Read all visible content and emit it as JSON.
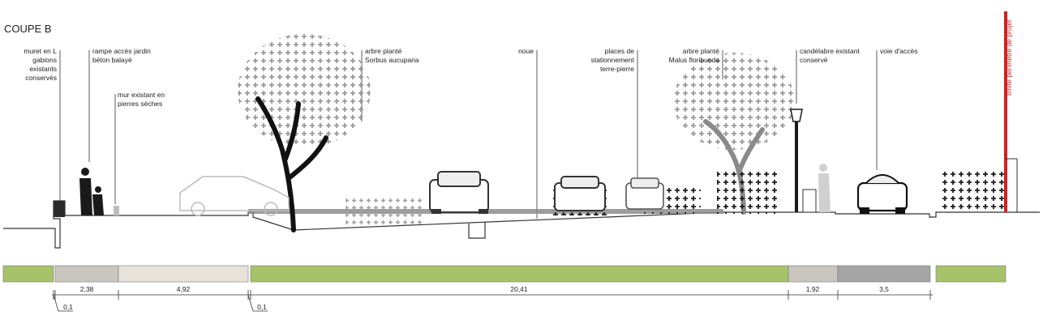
{
  "title": "COUPE B",
  "labels": {
    "muret": "muret en L\ngabions\nexistants\nconservés",
    "rampe": "rampe accès jardin\nbéton balayé",
    "mur": "mur existant en\npierres sèches",
    "arbre1": "arbre planté\nSorbus aucuparia",
    "noue": "noue",
    "places": "places de\nstationnement\nterre-pierre",
    "arbre2": "arbre planté\nMalus floribunda",
    "candelabre": "candélabre existant\nconservé",
    "voie": "voie d'accès",
    "limite": "limite périmètre de projet"
  },
  "dimensions": {
    "d1": "2,38",
    "d2": "4,92",
    "d3": "20,41",
    "d4": "1,92",
    "d5": "3,5",
    "small_left": "0,1",
    "small_mid": "0,1"
  },
  "colors": {
    "green": "#a7c36a",
    "grey_light": "#c9c6bf",
    "beige": "#e8e3da",
    "grey_dark": "#a5a5a5",
    "red": "#d42020",
    "foliage": "#9a9a9a"
  }
}
